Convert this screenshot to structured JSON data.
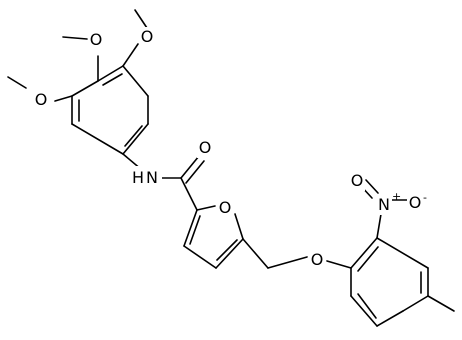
{
  "molecule": {
    "atoms": {
      "O_top_right": "O",
      "O_top_mid": "O",
      "O_left": "O",
      "NH": "N",
      "H_of_NH": "H",
      "O_carbonyl": "O",
      "O_furan": "O",
      "O_ether": "O",
      "N_nitro": "N",
      "O_nitro_top": "O",
      "O_nitro_right": "O"
    },
    "charges": {
      "N_nitro": "+",
      "O_nitro_right": "-"
    }
  }
}
